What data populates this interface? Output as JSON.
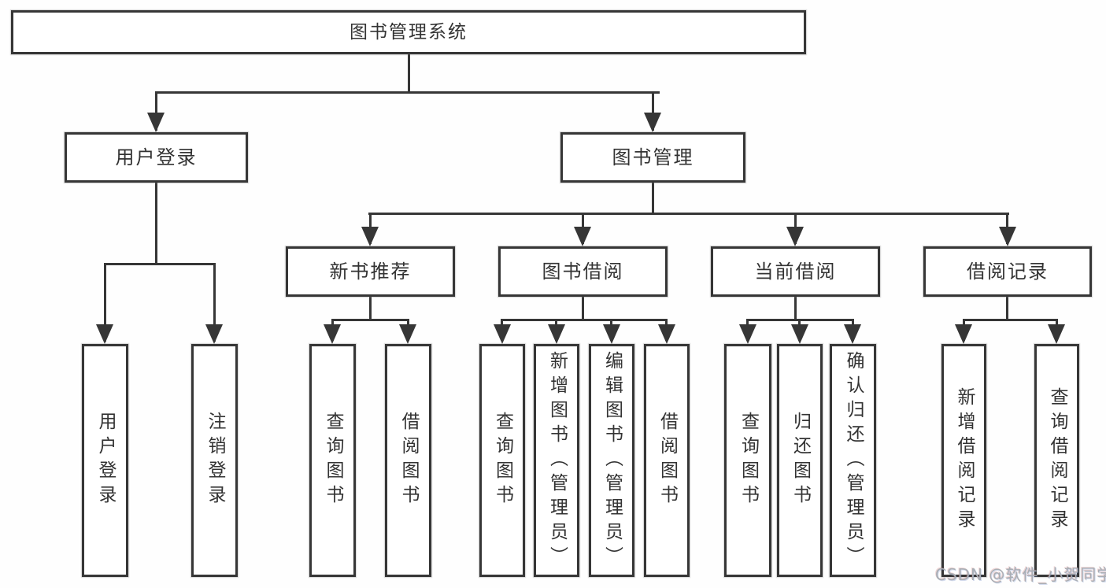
{
  "colors": {
    "line": "#363636",
    "text": "#333333",
    "box_fill": "#ffffff",
    "background": "#ffffff",
    "watermark": "#a9aeb4"
  },
  "tree": {
    "root": {
      "label": "图书管理系统",
      "children": [
        {
          "label": "用户登录",
          "children": [
            {
              "label": "用户登录"
            },
            {
              "label": "注销登录"
            }
          ]
        },
        {
          "label": "图书管理",
          "children": [
            {
              "label": "新书推荐",
              "children": [
                {
                  "label": "查询图书"
                },
                {
                  "label": "借阅图书"
                }
              ]
            },
            {
              "label": "图书借阅",
              "children": [
                {
                  "label": "查询图书"
                },
                {
                  "label": "新增图书（管理员）"
                },
                {
                  "label": "编辑图书（管理员）"
                },
                {
                  "label": "借阅图书"
                }
              ]
            },
            {
              "label": "当前借阅",
              "children": [
                {
                  "label": "查询图书"
                },
                {
                  "label": "归还图书"
                },
                {
                  "label": "确认归还（管理员）"
                }
              ]
            },
            {
              "label": "借阅记录",
              "children": [
                {
                  "label": "新增借阅记录"
                },
                {
                  "label": "查询借阅记录"
                }
              ]
            }
          ]
        }
      ]
    }
  },
  "watermark": {
    "text": "CSDN @软件_小贺同学"
  }
}
